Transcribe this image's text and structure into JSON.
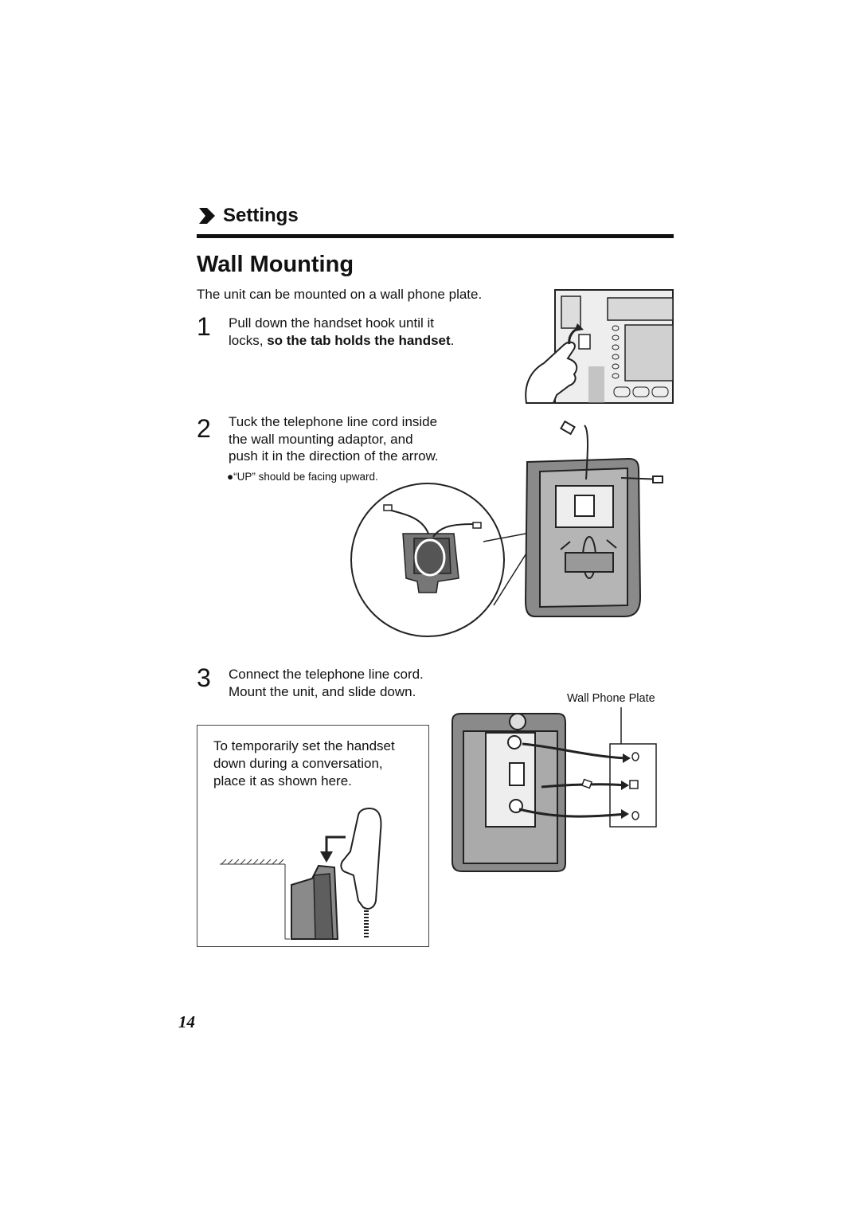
{
  "section": {
    "title": "Settings",
    "icon": "right-arrow-icon"
  },
  "title": "Wall Mounting",
  "intro": "The unit can be mounted on a wall phone plate.",
  "steps": [
    {
      "number": "1",
      "line1": "Pull down the handset hook until it",
      "line2_prefix": "locks, ",
      "line2_bold": "so the tab holds the handset",
      "line2_suffix": "."
    },
    {
      "number": "2",
      "lines": [
        "Tuck the telephone line cord inside",
        "the wall mounting adaptor, and",
        "push it in the direction of the arrow."
      ],
      "note_bullet": "●",
      "note": "“UP” should be facing upward."
    },
    {
      "number": "3",
      "lines": [
        "Connect the telephone line cord.",
        "Mount the unit, and slide down."
      ]
    }
  ],
  "wall_plate_label": "Wall Phone Plate",
  "tip": {
    "lines": [
      "To temporarily set the handset",
      "down during a conversation,",
      "place it as shown here."
    ]
  },
  "page_number": "14"
}
